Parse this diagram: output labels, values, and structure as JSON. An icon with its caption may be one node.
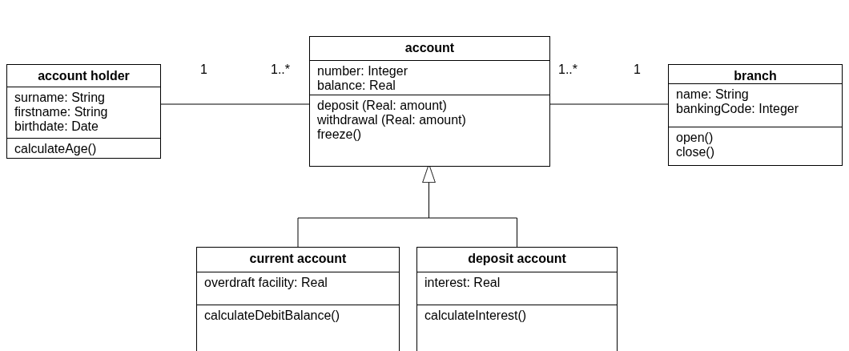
{
  "diagram": {
    "nodes": [
      {
        "text": [
          "account holder",
          "surname: String",
          "firstname: String",
          "birthdate: Date",
          "calculateAge()"
        ]
      },
      {
        "text": [
          "account",
          "number: Integer",
          "balance: Real",
          "deposit (Real: amount)",
          "withdrawal (Real: amount)",
          "freeze()"
        ]
      },
      {
        "text": [
          "branch",
          "name: String",
          "bankingCode: Integer",
          "open()",
          "close()"
        ]
      },
      {
        "text": [
          "current account",
          "overdraft facility: Real",
          "calculateDebitBalance()"
        ]
      },
      {
        "text": [
          "deposit account",
          "interest: Real",
          "calculateInterest()"
        ]
      }
    ],
    "edges": [
      {
        "from": 0,
        "to": 1,
        "arrow": "none"
      },
      {
        "from": 1,
        "to": 2,
        "arrow": "none"
      },
      {
        "from": 3,
        "to": 1,
        "arrow": "to"
      },
      {
        "from": 4,
        "to": 1,
        "arrow": "to"
      }
    ],
    "labels": [
      "1",
      "1..*",
      "1..*",
      "1"
    ]
  }
}
